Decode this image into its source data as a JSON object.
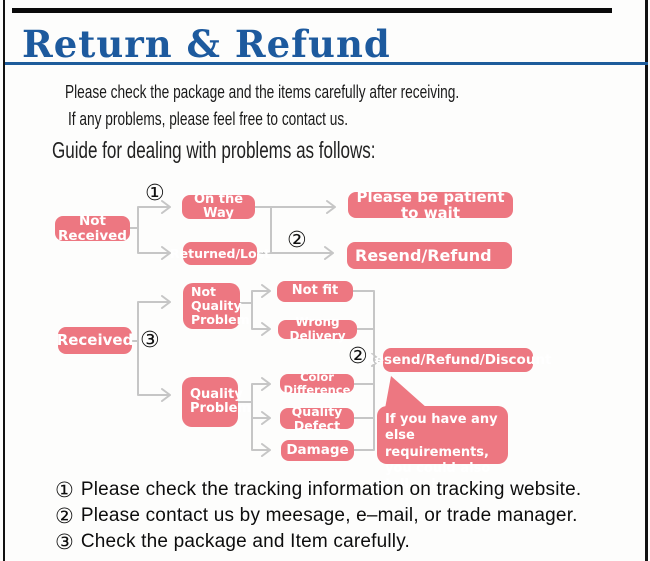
{
  "header": {
    "title": "Return & Refund",
    "title_color": "#1d5a9e",
    "underline_color": "#1e5c9b"
  },
  "intro": {
    "line1": "Please check the package and the items carefully after receiving.",
    "line2": "If any problems, please feel free to contact us.",
    "guide": "Guide for dealing with problems as follows:"
  },
  "flowchart": {
    "colors": {
      "box": "#ed7781",
      "line": "#c6c6c6",
      "box_text": "#ffffff"
    },
    "markers": {
      "m1": "①",
      "m2": "②",
      "m3": "③"
    },
    "nodes": {
      "not_received": "Not Received",
      "on_the_way": "On the Way",
      "returned_lost": "Returned/Lost",
      "be_patient": "Please be patient to wait",
      "resend_refund": "Resend/Refund",
      "received": "Received",
      "not_quality_problem": "Not Quality Problem",
      "quality_problem": "Quality Problem",
      "not_fit": "Not fit",
      "wrong_delivery": "Wrong Delivery",
      "color_difference": "Color Difference",
      "quality_defect": "Quality Defect",
      "damage": "Damage",
      "resend_refund_discount": "Resend/Refund/Discount"
    },
    "bubble": "If you have any else requirements, you could also tell us!"
  },
  "notes": [
    {
      "marker": "①",
      "text": "Please check the tracking information on tracking website."
    },
    {
      "marker": "②",
      "text": "Please contact us by meesage, e–mail, or trade manager."
    },
    {
      "marker": "③",
      "text": "Check the package and Item carefully."
    }
  ]
}
